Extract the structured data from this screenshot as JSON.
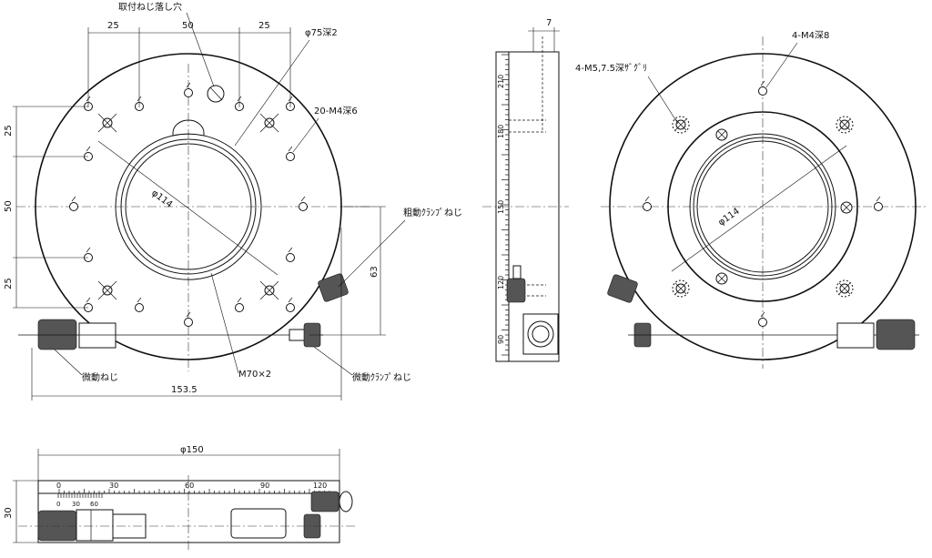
{
  "labels": {
    "mounting_hole": "取付ねじ落し穴",
    "bore_depth": "φ75深2",
    "tapped_holes": "20-M4深6",
    "coarse_clamp": "粗動ｸﾗﾝﾌﾟねじ",
    "fine_screw": "微動ねじ",
    "thread_spec": "M70×2",
    "fine_clamp": "微動ｸﾗﾝﾌﾟねじ",
    "right_tapped": "4-M4深8",
    "counterbore": "4-M5,7.5深ｻﾞｸﾞﾘ"
  },
  "dimensions": {
    "top_25_left": "25",
    "top_50": "50",
    "top_25_right": "25",
    "left_25_top": "25",
    "left_50": "50",
    "left_25_bottom": "25",
    "pcd_front": "φ114",
    "height_63": "63",
    "width_153": "153.5",
    "side_7": "7",
    "pcd_right": "φ114",
    "bottom_dia": "φ150",
    "bottom_30": "30"
  },
  "scales": {
    "side": [
      "210",
      "180",
      "150",
      "120",
      "90"
    ],
    "bottom": [
      "0",
      "30",
      "60",
      "90",
      "120"
    ],
    "vernier": [
      "0",
      "30",
      "60"
    ]
  }
}
